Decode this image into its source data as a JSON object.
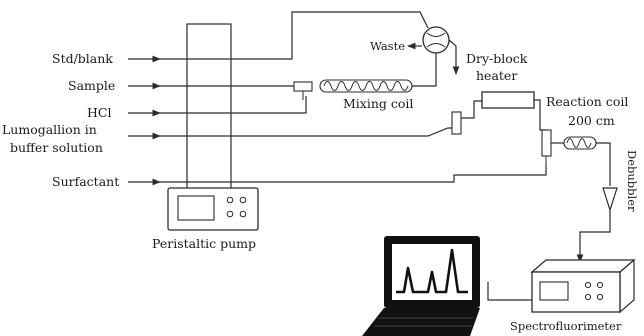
{
  "inputs": {
    "std_blank": "Std/blank",
    "sample": "Sample",
    "hcl": "HCl",
    "lumogallion_line1": "Lumogallion in",
    "lumogallion_line2": "buffer solution",
    "surfactant": "Surfactant"
  },
  "components": {
    "peristaltic_pump": "Peristaltic pump",
    "mixing_coil": "Mixing coil",
    "waste": "Waste",
    "dry_block_line1": "Dry-block",
    "dry_block_line2": "heater",
    "reaction_coil_line1": "Reaction coil",
    "reaction_coil_line2": "200 cm",
    "debubbler": "Debubbler",
    "spectrofluorimeter": "Spectrofluorimeter"
  }
}
